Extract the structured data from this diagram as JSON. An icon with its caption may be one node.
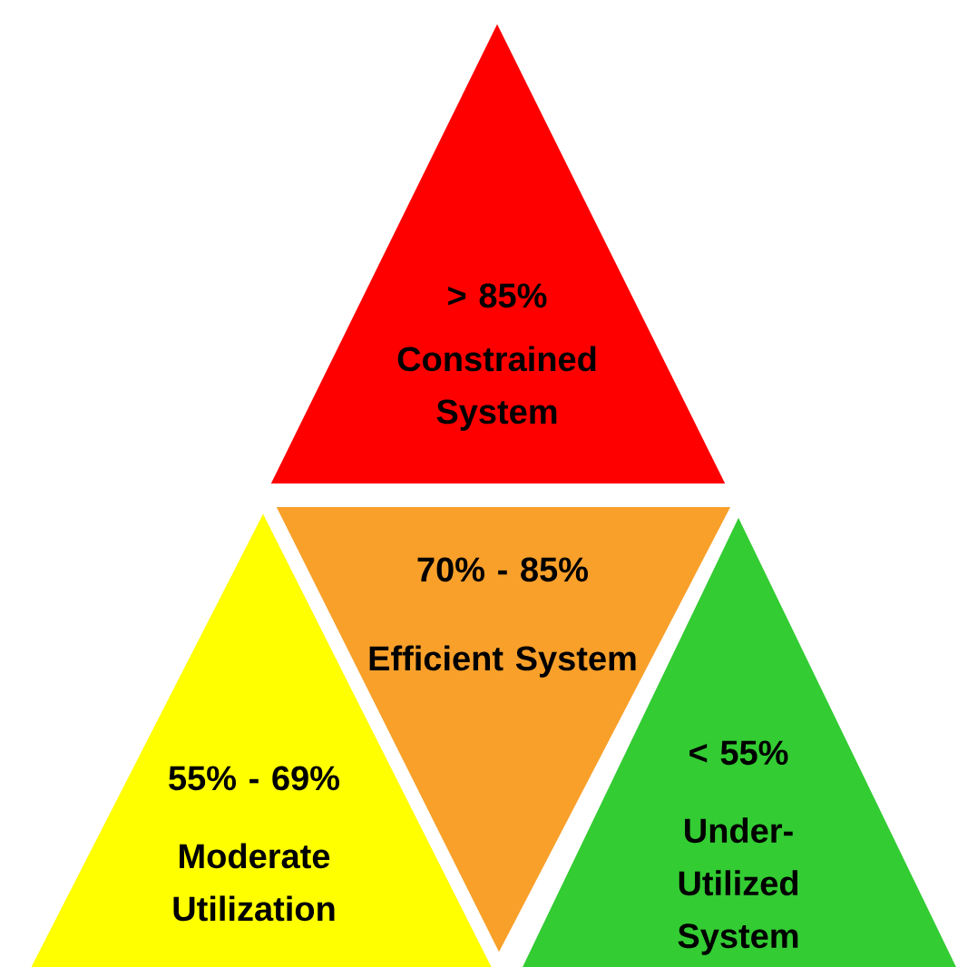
{
  "diagram": {
    "nodes": [
      {
        "text": [
          "> 85%",
          "Constrained System"
        ]
      },
      {
        "text": [
          "70% - 85%",
          "Efficient System"
        ]
      },
      {
        "text": [
          "55% - 69%",
          "Moderate Utilization"
        ]
      },
      {
        "text": [
          "< 55%",
          "Under-Utilized System"
        ]
      }
    ]
  }
}
